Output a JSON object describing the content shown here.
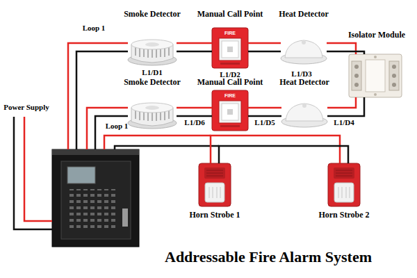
{
  "diagram": {
    "title": "Addressable Fire Alarm System",
    "nodes": [
      {
        "text": [
          "Smoke Detector",
          "L1/D1"
        ]
      },
      {
        "text": [
          "Manual Call Point",
          "L1/D2"
        ]
      },
      {
        "text": [
          "Heat Detector",
          "L1/D3"
        ]
      },
      {
        "text": [
          "Isolator Module"
        ]
      },
      {
        "text": [
          "Smoke Detector",
          "L1/D6"
        ]
      },
      {
        "text": [
          "Manual Call Point",
          "L1/D5"
        ]
      },
      {
        "text": [
          "Heat Detector",
          "L1/D4"
        ]
      },
      {
        "text": [
          "Horn Strobe 1"
        ]
      },
      {
        "text": [
          "Horn Strobe 2"
        ]
      }
    ],
    "edges": [
      {
        "from": 0,
        "to": 1,
        "arrow": "none"
      },
      {
        "from": 1,
        "to": 2,
        "arrow": "none"
      },
      {
        "from": 2,
        "to": 3,
        "arrow": "none"
      },
      {
        "from": 3,
        "to": 6,
        "arrow": "none"
      },
      {
        "from": 6,
        "to": 5,
        "arrow": "none"
      },
      {
        "from": 5,
        "to": 4,
        "arrow": "none"
      },
      {
        "from": 7,
        "to": 8,
        "arrow": "none"
      }
    ],
    "labels": [
      "Loop 1",
      "FIRE",
      "Power Supply",
      "FIRE",
      "Loop 1"
    ]
  }
}
